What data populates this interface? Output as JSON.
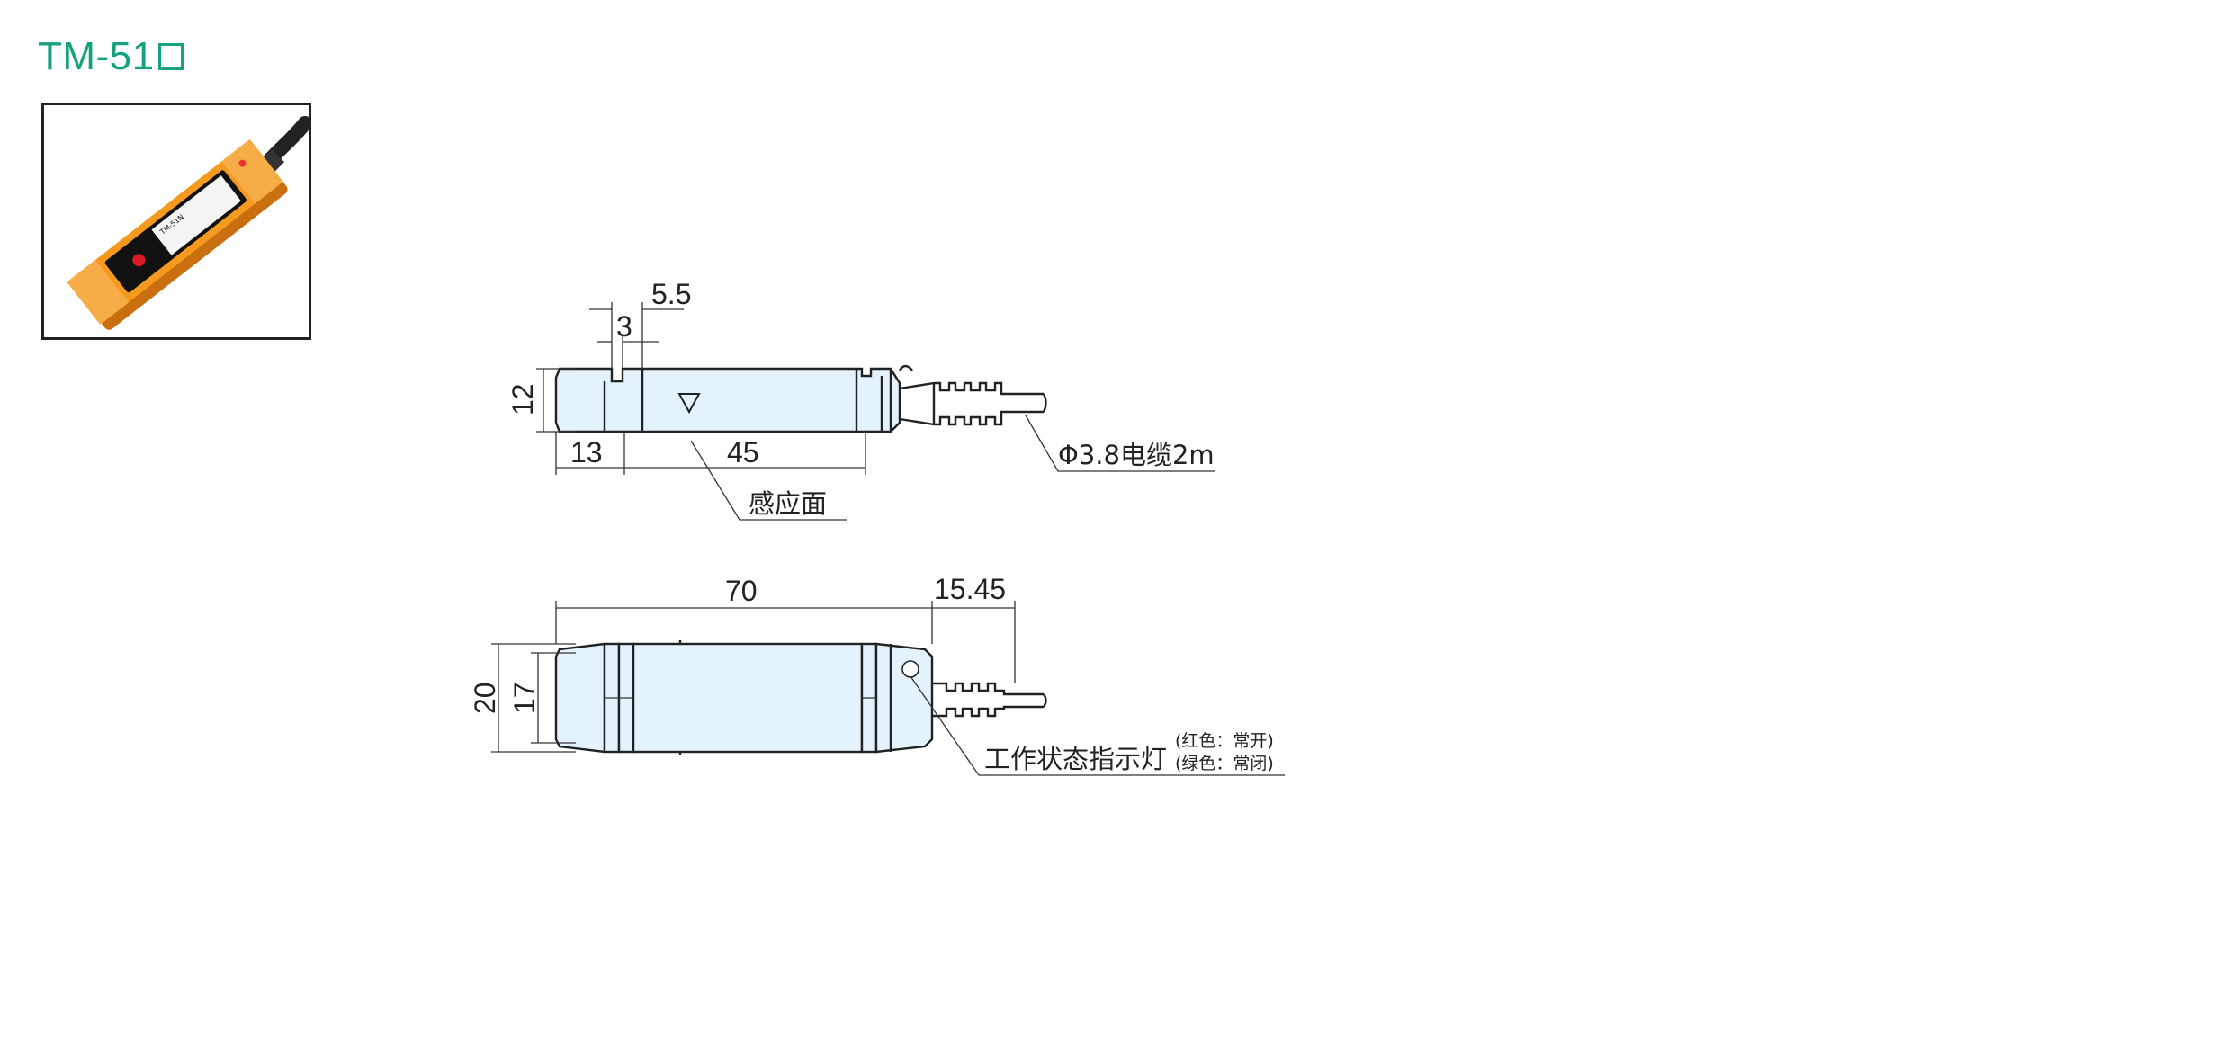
{
  "title": "TM-51",
  "product_photo": {
    "label_text": "TM-51N"
  },
  "top_view": {
    "dims": {
      "slot_offset": "5.5",
      "slot_width": "3",
      "height": "12",
      "left_length": "13",
      "sense_length": "45"
    },
    "cable_label": "Φ3.8电缆2m",
    "sensing_surface_label": "感应面"
  },
  "side_view": {
    "dims": {
      "body_length": "70",
      "cable_offset": "15.45",
      "outer_height": "20",
      "inner_height": "17"
    },
    "indicator_label": "工作状态指示灯",
    "indicator_note_red": "(红色：常开)",
    "indicator_note_green": "(绿色：常闭)"
  },
  "colors": {
    "title": "#15a37f",
    "body_fill": "#e4f2fb",
    "photo_orange": "#f39a1f"
  }
}
